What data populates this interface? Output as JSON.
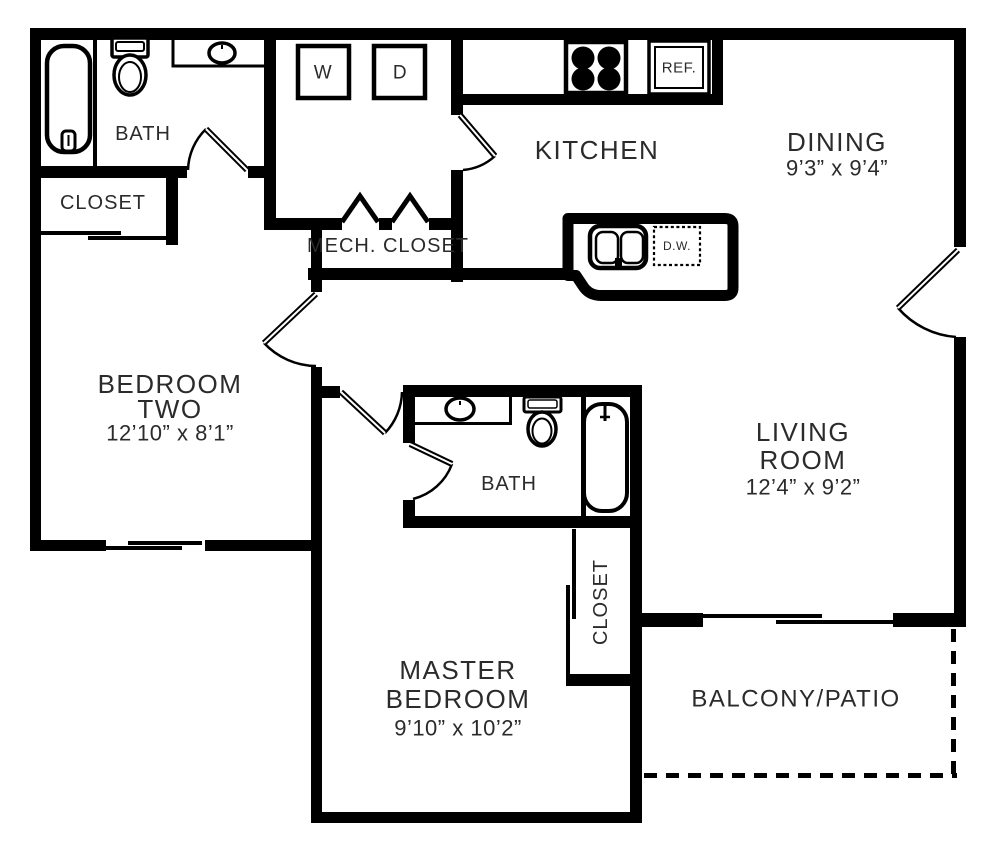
{
  "plan": {
    "background": "#ffffff",
    "wall_color": "#000000",
    "text_color": "#2b2b2b",
    "labels": {
      "bath1": "BATH",
      "closet1": "CLOSET",
      "washer": "W",
      "dryer": "D",
      "mech_closet": "MECH. CLOSET",
      "kitchen": "KITCHEN",
      "refrigerator": "REF.",
      "dishwasher": "D.W.",
      "dining": "DINING",
      "dining_dims": "9’3” x 9’4”",
      "bedroom_two_1": "BEDROOM",
      "bedroom_two_2": "TWO",
      "bedroom_two_dims": "12’10” x 8’1”",
      "living_1": "LIVING",
      "living_2": "ROOM",
      "living_dims": "12’4” x 9’2”",
      "bath2": "BATH",
      "closet2": "CLOSET",
      "master_1": "MASTER",
      "master_2": "BEDROOM",
      "master_dims": "9’10” x 10’2”",
      "balcony": "BALCONY/PATIO"
    }
  }
}
